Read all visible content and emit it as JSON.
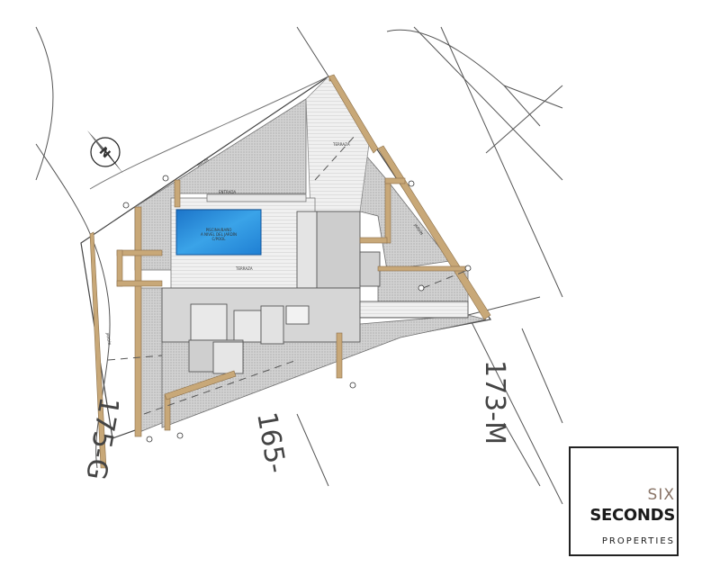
{
  "plan": {
    "north_symbol": "N",
    "pool_label_lines": [
      "PISCINA/BAÑO",
      "A NIVEL DEL JARDÍN",
      "C/POOL"
    ],
    "plot_labels": [
      "173-M",
      "165-",
      "175-G"
    ],
    "annotations": [
      "TERRAZA",
      "TERRAZA",
      "JARDÍN",
      "JARDÍN",
      "JARDÍN",
      "ENTRADA"
    ]
  },
  "brand": {
    "line1": "SIX",
    "line2": "SECONDS",
    "line3": "PROPERTIES"
  },
  "colors": {
    "paving": "#cfcfcf",
    "pool": "#2d8fd8",
    "wall": "#c8a878",
    "line": "#555555"
  }
}
